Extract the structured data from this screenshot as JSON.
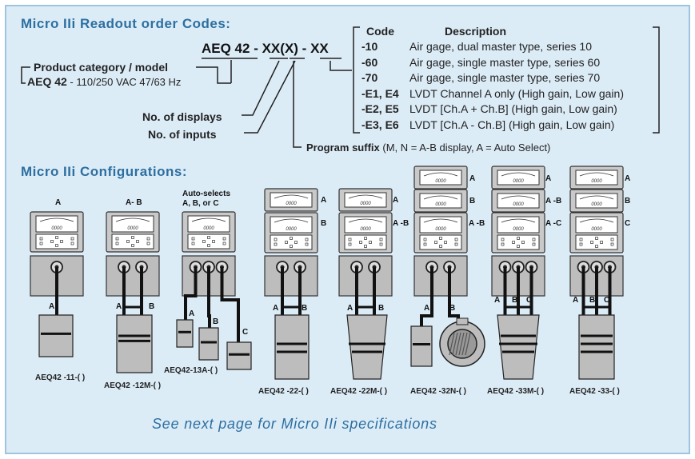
{
  "readout": {
    "title": "Micro IIi Readout order Codes:",
    "code_prefix": "AEQ 42",
    "code_dash1": " - ",
    "code_xx": "XX",
    "code_x": "(X)",
    "code_dash2": " - ",
    "code_suffix": "XX",
    "product_label": "Product category / model",
    "product_model": "AEQ 42",
    "product_spec": " - 110/250 VAC  47/63 Hz",
    "no_displays": "No. of displays",
    "no_inputs": "No. of inputs",
    "program_suffix_label": "Program suffix",
    "program_suffix_desc": " (M, N = A-B display,  A = Auto Select)"
  },
  "code_table": {
    "col_code": "Code",
    "col_desc": "Description",
    "rows": [
      {
        "code": "-10",
        "desc": "Air gage, dual master type, series 10"
      },
      {
        "code": "-60",
        "desc": "Air gage, single master type, series 60"
      },
      {
        "code": "-70",
        "desc": "Air gage, single master type, series 70"
      },
      {
        "code": "-E1, E4",
        "desc": "LVDT Channel A only (High gain, Low gain)"
      },
      {
        "code": "-E2, E5",
        "desc": "LVDT [Ch.A + Ch.B]  (High gain, Low gain)"
      },
      {
        "code": "-E3, E6",
        "desc": "LVDT [Ch.A - Ch.B]  (High gain, Low gain)"
      }
    ]
  },
  "configurations": {
    "title": "Micro IIi Configurations:",
    "items": [
      {
        "name": "AEQ42 -11-( )",
        "top_labels": [
          "A"
        ],
        "probe_labels": [
          "A"
        ]
      },
      {
        "name": "AEQ42 -12M-( )",
        "top_labels": [
          "A- B"
        ],
        "probe_labels": [
          "A",
          "B"
        ]
      },
      {
        "name": "AEQ42-13A-( )",
        "top_labels": [
          "Auto-selects",
          "A,  B,  or  C"
        ],
        "probe_labels": [
          "A",
          "B",
          "C"
        ]
      },
      {
        "name": "AEQ42 -22-( )",
        "side_labels": [
          "A",
          "B"
        ],
        "probe_labels": [
          "A",
          "B"
        ]
      },
      {
        "name": "AEQ42 -22M-( )",
        "side_labels": [
          "A",
          "A -B"
        ],
        "probe_labels": [
          "A",
          "B"
        ]
      },
      {
        "name": "AEQ42 -32N-( )",
        "side_labels": [
          "A",
          "B",
          "A -B"
        ],
        "probe_labels": [
          "A",
          "B"
        ]
      },
      {
        "name": "AEQ42 -33M-( )",
        "side_labels": [
          "A",
          "A -B",
          "A -C"
        ],
        "probe_labels": [
          "A",
          "B",
          "C"
        ]
      },
      {
        "name": "AEQ42 -33-( )",
        "side_labels": [
          "A",
          "B",
          "C"
        ],
        "probe_labels": [
          "A",
          "B",
          "C"
        ]
      }
    ],
    "meter_text": "0000"
  },
  "footer": "See next page for Micro IIi specifications",
  "colors": {
    "panel_bg": "#dcecf7",
    "heading": "#2d6fa0",
    "device": "#bdbdbd"
  }
}
